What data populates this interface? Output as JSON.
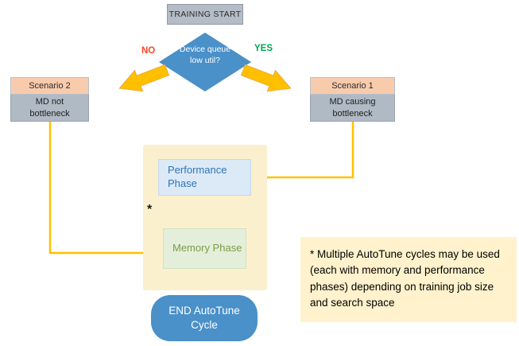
{
  "colors": {
    "arrow_gold": "#FFC000",
    "diamond_blue": "#4A90C9",
    "end_blue": "#4A90C9",
    "scenario_header_peach": "#F8CBAD",
    "scenario_body_gray": "#AFBAC5",
    "start_gray": "#B4BCC6",
    "container_cream": "#FBF0CE",
    "performance_fill": "#DCE9F6",
    "performance_text": "#2E75B6",
    "memory_fill": "#E3EFDA",
    "memory_text": "#7D9B49",
    "note_fill": "#FFF2CC",
    "no_red": "#FF4422",
    "yes_green": "#00A550"
  },
  "flowchart": {
    "start": {
      "label": "TRAINING START"
    },
    "decision": {
      "label": "Device queue low util?"
    },
    "branches": {
      "no": "NO",
      "yes": "YES"
    },
    "scenario2": {
      "title": "Scenario 2",
      "body": "MD not bottleneck"
    },
    "scenario1": {
      "title": "Scenario 1",
      "body": "MD causing bottleneck"
    },
    "performance_phase": {
      "label": "Performance Phase"
    },
    "memory_phase": {
      "label": "Memory Phase"
    },
    "cycle_marker": "*",
    "end": {
      "label": "END AutoTune Cycle"
    },
    "note": "* Multiple AutoTune cycles may be used (each with memory and performance phases) depending on training job size and search space"
  }
}
